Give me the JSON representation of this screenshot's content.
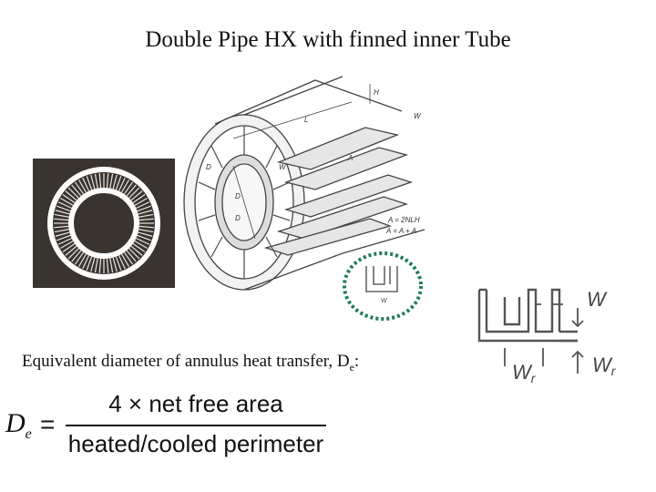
{
  "slide": {
    "title": "Double Pipe HX with finned inner Tube",
    "equivalent_label": "Equivalent diameter of annulus heat transfer, D",
    "equivalent_label_sub": "e",
    "equivalent_label_suffix": ":"
  },
  "formula": {
    "lhs": "D",
    "lhs_sub": "e",
    "equals": "=",
    "numerator": "4 × net free area",
    "denominator": "heated/cooled perimeter"
  },
  "diagram_labels": {
    "H": "H",
    "L": "L",
    "W": "W",
    "Wf": "W",
    "Ab": "A",
    "Dp": "D",
    "D1": "D",
    "D2": "D",
    "af_eq": "A = 2NLH",
    "at_eq": "A = A + A",
    "detail_W": "W",
    "detail_Wr_bottom": "W",
    "detail_Wr_right": "W",
    "detail_r": "r"
  },
  "colors": {
    "dark_panel": "#3a3430",
    "green_dots": "#1f7a5a"
  }
}
